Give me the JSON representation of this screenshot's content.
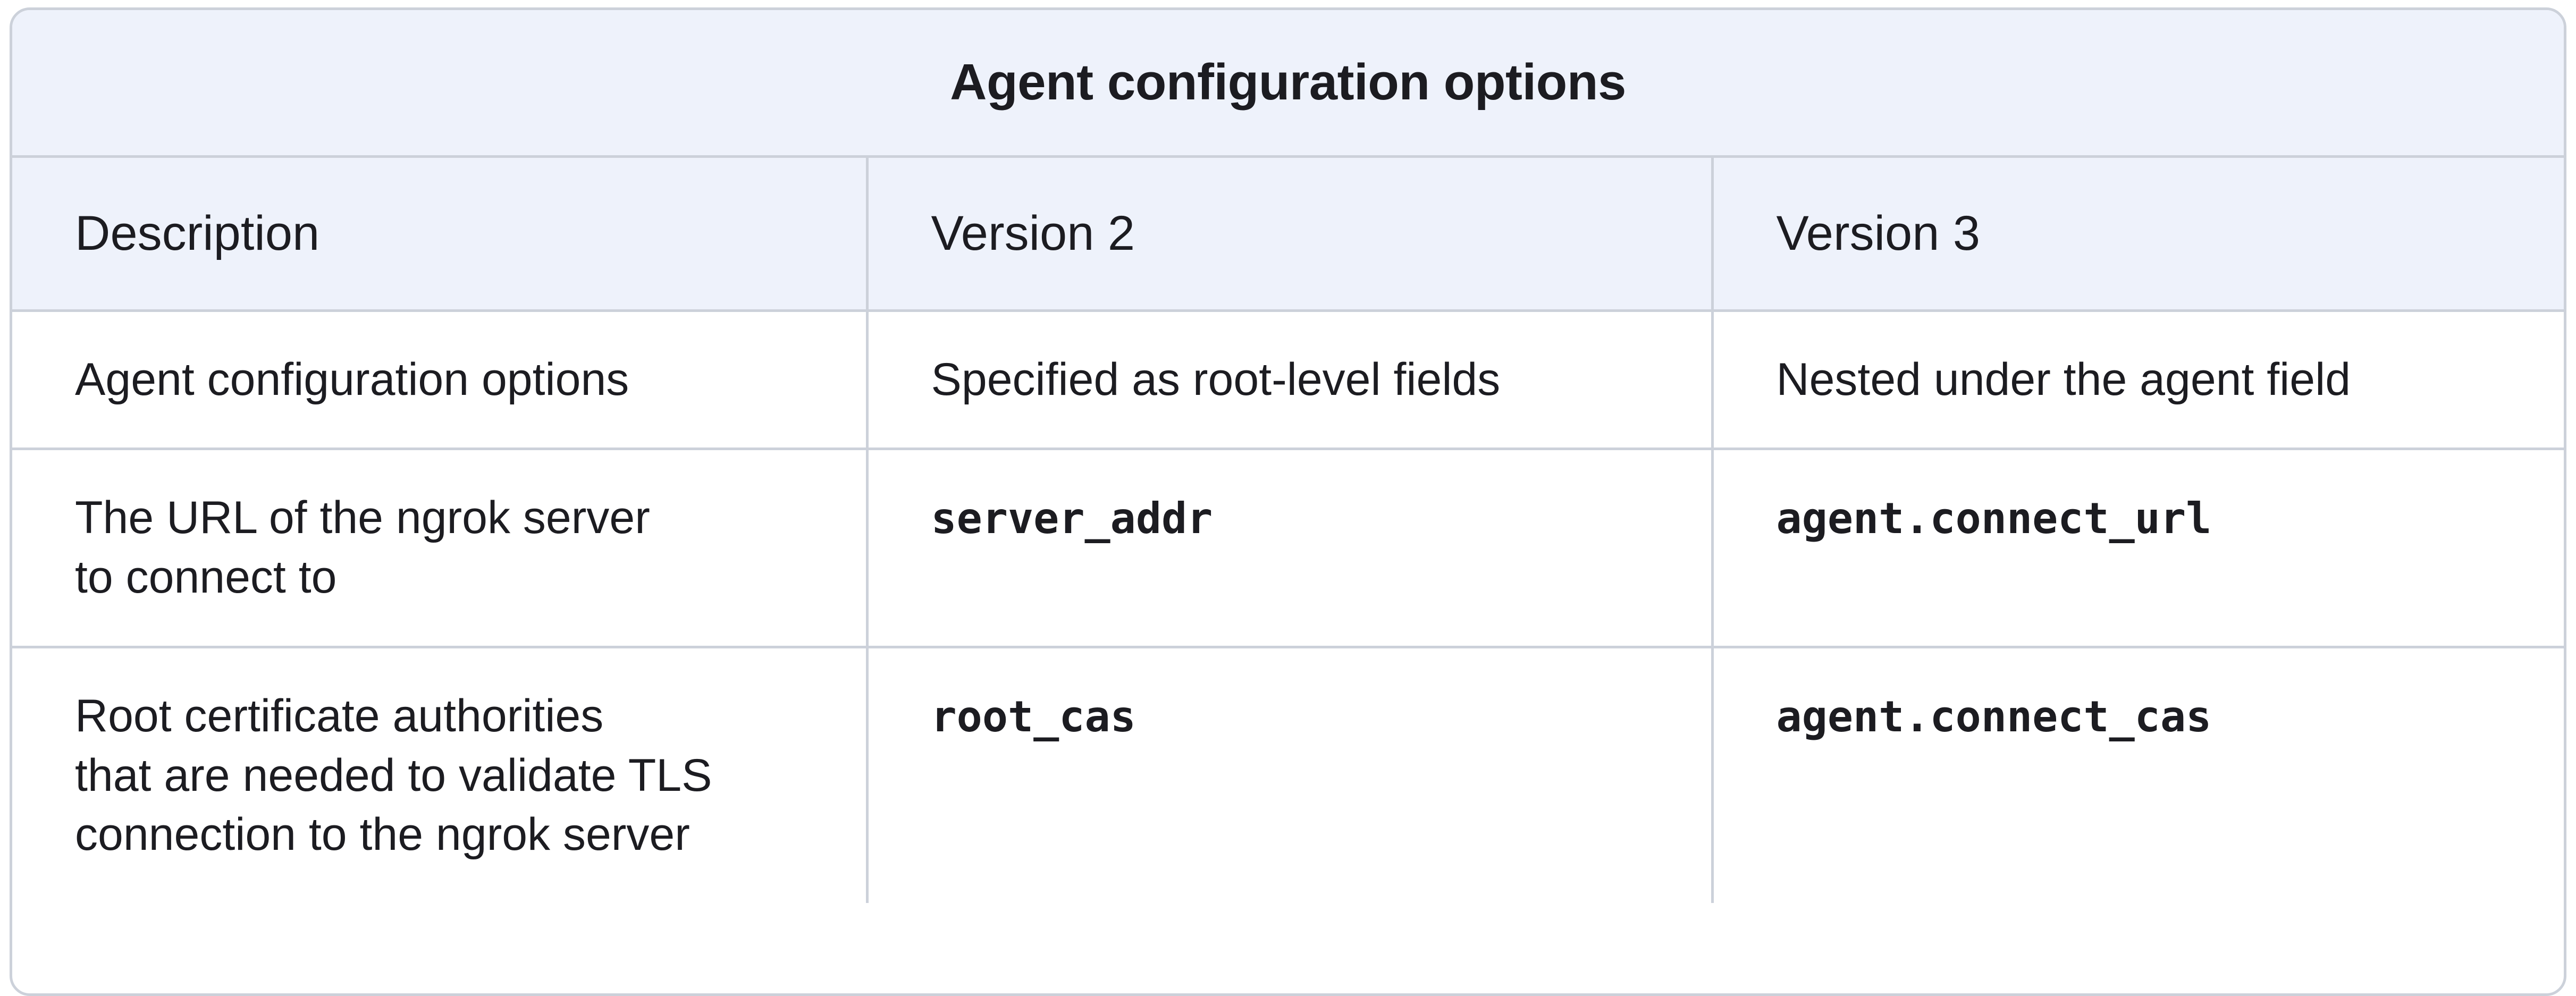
{
  "table": {
    "caption": "Agent configuration options",
    "columns": [
      {
        "key": "description",
        "label": "Description",
        "mono": false
      },
      {
        "key": "version2",
        "label": "Version 2",
        "mono": false
      },
      {
        "key": "version3",
        "label": "Version 3",
        "mono": false
      }
    ],
    "rows": [
      {
        "description": "Agent configuration options",
        "version2": "Specified as root-level fields",
        "version3": "Nested under the agent field",
        "version2_mono": false,
        "version3_mono": false
      },
      {
        "description": "The URL of the ngrok server\nto connect to",
        "version2": "server_addr",
        "version3": "agent.connect_url",
        "version2_mono": true,
        "version3_mono": true
      },
      {
        "description": "Root certificate authorities\nthat are needed to validate TLS\nconnection to the ngrok server",
        "version2": "root_cas",
        "version3": "agent.connect_cas",
        "version2_mono": true,
        "version3_mono": true
      }
    ]
  },
  "colors": {
    "header_background": "#eef2fb",
    "body_background": "#ffffff",
    "border": "#ccd1da",
    "text": "#1c1c21"
  }
}
